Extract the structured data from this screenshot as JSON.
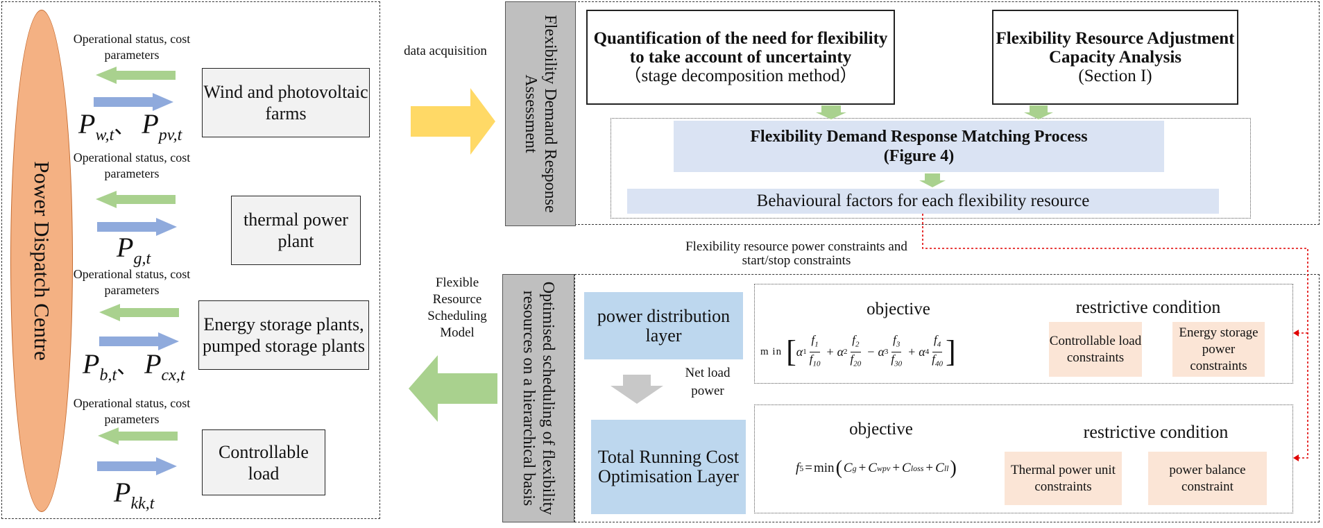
{
  "left_panel": {
    "centre_label": "Power Dispatch Centre",
    "status_label": "Operational status, cost parameters",
    "units": [
      {
        "name": "Wind and photovoltaic farms",
        "var1": "P",
        "sub1": "w,t",
        "sep": "、",
        "var2": "P",
        "sub2": "pv,t"
      },
      {
        "name": "thermal power plant",
        "var1": "P",
        "sub1": "g,t"
      },
      {
        "name": "Energy storage plants, pumped storage plants",
        "var1": "P",
        "sub1": "b,t",
        "sep": "、",
        "var2": "P",
        "sub2": "cx,t"
      },
      {
        "name": "Controllable load",
        "var1": "P",
        "sub1": "kk,t"
      }
    ]
  },
  "middle": {
    "data_acquisition": "data acquisition",
    "scheduling_model": "Flexible Resource Scheduling Model",
    "constraints_note": "Flexibility resource power constraints and start/stop constraints"
  },
  "assessment": {
    "band_label": "Flexibility Demand Response Assessment",
    "quantification_title": "Quantification of the need for flexibility to take account of uncertainty",
    "quantification_sub": "（stage decomposition method）",
    "capacity_title": "Flexibility Resource Adjustment Capacity Analysis",
    "capacity_sub": "(Section I)",
    "matching_title": "Flexibility Demand Response Matching Process",
    "matching_sub": "(Figure 4)",
    "behaviour": "Behavioural factors for each flexibility resource"
  },
  "scheduling": {
    "band_label": "Optimised scheduling of flexibility resources on a hierarchical basis",
    "upper_layer": "power distribution layer",
    "lower_layer": "Total Running Cost Optimisation Layer",
    "net_load": "Net load power",
    "upper": {
      "objective": "objective",
      "restrictive": "restrictive condition",
      "formula": {
        "min": "m in",
        "terms": [
          {
            "sign": "",
            "coef": "α",
            "coef_sub": "1",
            "num": "f",
            "num_sub": "1",
            "den": "f",
            "den_sub": "10"
          },
          {
            "sign": "+",
            "coef": "α",
            "coef_sub": "2",
            "num": "f",
            "num_sub": "2",
            "den": "f",
            "den_sub": "20"
          },
          {
            "sign": "−",
            "coef": "α",
            "coef_sub": "3",
            "num": "f",
            "num_sub": "3",
            "den": "f",
            "den_sub": "30"
          },
          {
            "sign": "+",
            "coef": "α",
            "coef_sub": "4",
            "num": "f",
            "num_sub": "4",
            "den": "f",
            "den_sub": "40"
          }
        ]
      },
      "constraints": [
        "Controllable load constraints",
        "Energy storage power constraints"
      ]
    },
    "lower": {
      "objective": "objective",
      "restrictive": "restrictive condition",
      "formula": {
        "lhs": "f",
        "lhs_sub": "5",
        "eq": "=",
        "min": "min",
        "terms": [
          {
            "sym": "C",
            "sub": "g"
          },
          {
            "sym": "C",
            "sub": "wpv"
          },
          {
            "sym": "C",
            "sub": "loss"
          },
          {
            "sym": "C",
            "sub": "ll"
          }
        ]
      },
      "constraints": [
        "Thermal power unit constraints",
        "power balance constraint"
      ]
    }
  },
  "colors": {
    "green_arrow": "#a9d18e",
    "blue_arrow": "#8faadc",
    "yellow_arrow": "#ffd966",
    "ellipse": "#f4b183",
    "light_blue_band": "#dae3f3",
    "blue_box": "#bdd7ee",
    "peach_box": "#fbe5d6",
    "gray_band": "#bfbfbf",
    "red_dotted": "#e00000"
  }
}
